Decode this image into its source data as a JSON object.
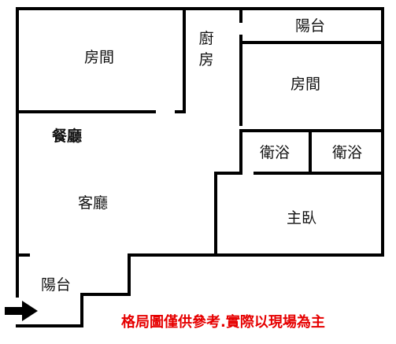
{
  "rooms": {
    "bedroom_top_left": "房間",
    "kitchen_line1": "廚",
    "kitchen_line2": "房",
    "balcony_top": "陽台",
    "bedroom_right": "房間",
    "dining": "餐廳",
    "bathroom_1": "衛浴",
    "bathroom_2": "衛浴",
    "living": "客廳",
    "master_bedroom": "主臥",
    "balcony_bottom": "陽台"
  },
  "disclaimer": "格局圖僅供參考.實際以現場為主",
  "icons": {
    "entrance": "entrance-arrow-icon"
  },
  "colors": {
    "wall": "#000000",
    "disclaimer": "#e60000"
  }
}
